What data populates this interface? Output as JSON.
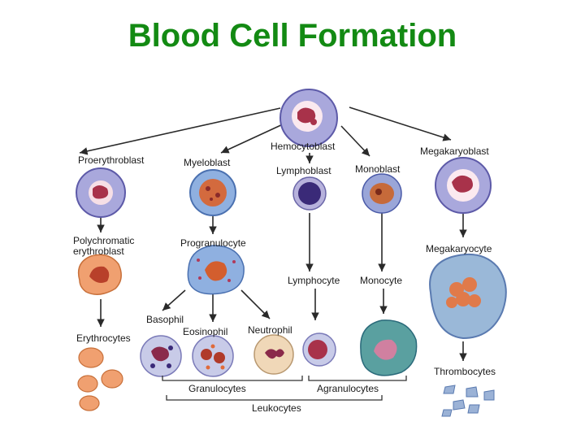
{
  "title": "Blood Cell Formation",
  "labels": {
    "hemocytoblast": "Hemocytoblast",
    "proerythroblast": "Proerythroblast",
    "myeloblast": "Myeloblast",
    "lymphoblast": "Lymphoblast",
    "monoblast": "Monoblast",
    "megakaryoblast": "Megakaryoblast",
    "polychromatic_line1": "Polychromatic",
    "polychromatic_line2": "erythroblast",
    "progranulocyte": "Progranulocyte",
    "megakaryocyte": "Megakaryocyte",
    "lymphocyte": "Lymphocyte",
    "monocyte": "Monocyte",
    "basophil": "Basophil",
    "eosinophil": "Eosinophil",
    "neutrophil": "Neutrophil",
    "erythrocytes": "Erythrocytes",
    "thrombocytes": "Thrombocytes",
    "granulocytes": "Granulocytes",
    "agranulocytes": "Agranulocytes",
    "leukocytes": "Leukocytes"
  },
  "colors": {
    "title": "#138a13",
    "blast_cytoplasm": "#a9a8dc",
    "nucleus_red": "#a8324a",
    "erythro": "#f0a070",
    "progranulocyte": "#8fb0e0",
    "megakaryocyte": "#9ab8d8",
    "monocyte": "#5aa0a0",
    "thrombocyte": "#9bb2d6"
  }
}
